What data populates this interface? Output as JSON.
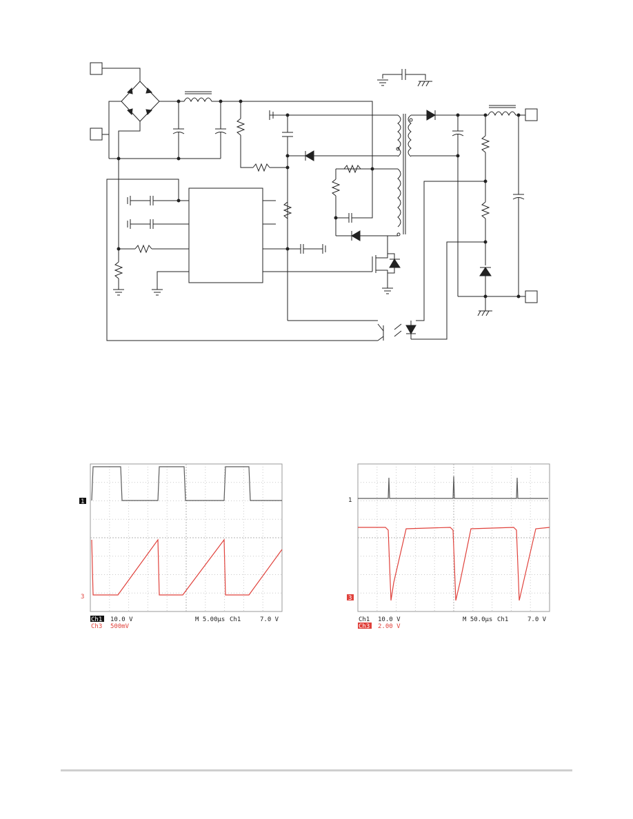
{
  "scope_left": {
    "ch1_marker": "1",
    "ch3_marker": "3",
    "ch1_label": "Ch1",
    "ch1_scale": "10.0 V",
    "ch3_label": "Ch3",
    "ch3_scale": "500mV",
    "timebase": "M 5.00µs",
    "trigger_source": "Ch1",
    "trigger_level": "7.0 V",
    "colors": {
      "ch1": "#5a5a5a",
      "ch3": "#e0413b"
    }
  },
  "scope_right": {
    "ch1_marker": "1",
    "ch3_marker": "3",
    "ch1_label": "Ch1",
    "ch1_scale": "10.0 V",
    "ch3_label": "Ch3",
    "ch3_scale": "2.00 V",
    "timebase": "M 50.0µs",
    "trigger_source": "Ch1",
    "trigger_level": "7.0 V",
    "colors": {
      "ch1": "#5a5a5a",
      "ch3": "#e0413b"
    }
  }
}
